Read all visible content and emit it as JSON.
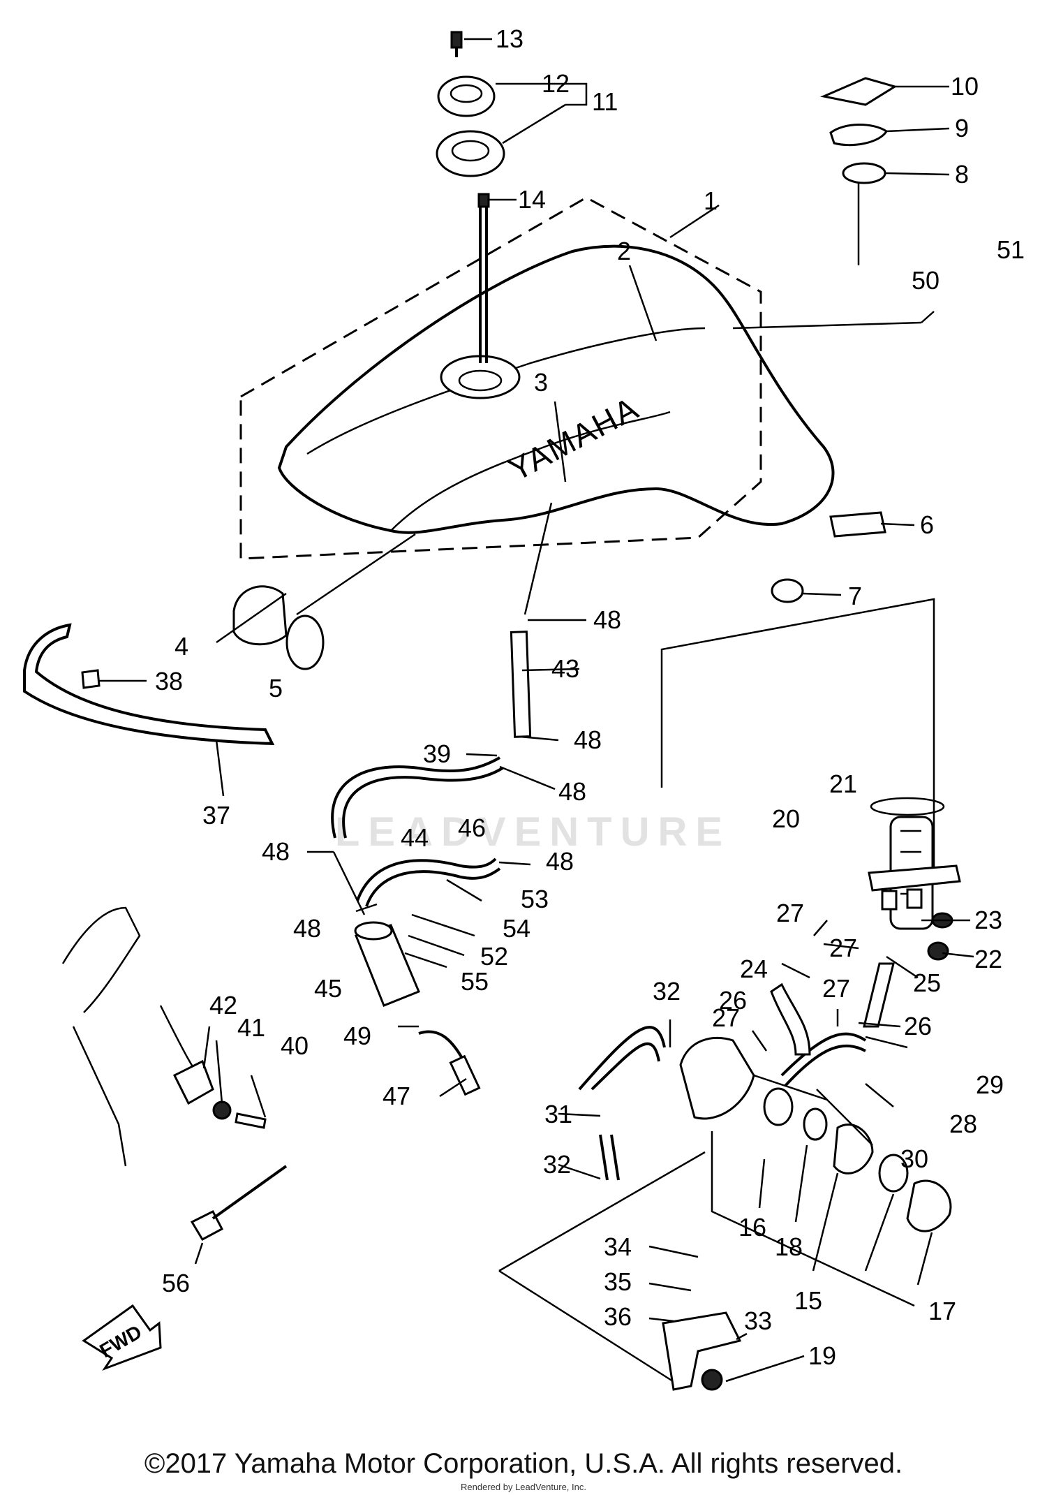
{
  "tank_brand": "YAMAHA",
  "fwd_marker": "FWD",
  "watermark": "LEADVENTURE",
  "copyright": "©2017 Yamaha Motor Corporation, U.S.A. All rights reserved.",
  "rendered_by": "Rendered by LeadVenture, Inc.",
  "callouts": [
    "1",
    "2",
    "3",
    "4",
    "5",
    "6",
    "7",
    "8",
    "9",
    "10",
    "11",
    "12",
    "13",
    "14",
    "15",
    "16",
    "17",
    "18",
    "19",
    "20",
    "21",
    "22",
    "23",
    "24",
    "25",
    "26",
    "26",
    "27",
    "27",
    "27",
    "27",
    "28",
    "29",
    "30",
    "31",
    "32",
    "32",
    "33",
    "34",
    "35",
    "36",
    "37",
    "38",
    "39",
    "40",
    "41",
    "42",
    "43",
    "44",
    "45",
    "46",
    "47",
    "48",
    "48",
    "48",
    "48",
    "48",
    "48",
    "49",
    "50",
    "51",
    "52",
    "53",
    "54",
    "55",
    "56"
  ]
}
